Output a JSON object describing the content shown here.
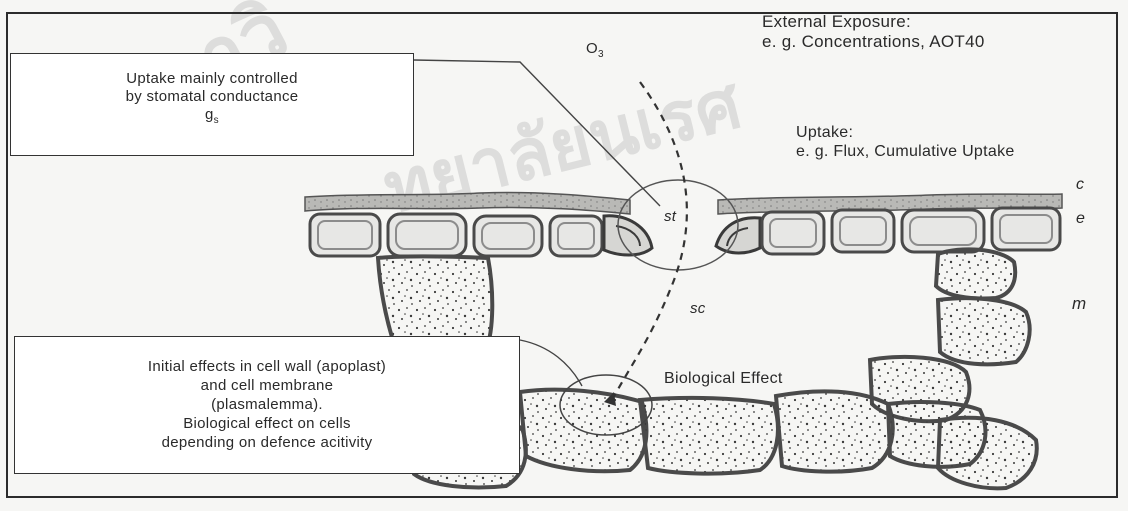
{
  "watermark": {
    "left_text": "หาวิ",
    "right_text": "ทยาลัยนเรศ"
  },
  "labels": {
    "ozone": "O",
    "ozone_subscript": "3",
    "external_exposure_title": "External Exposure:",
    "external_exposure_example": "e. g. Concentrations, AOT40",
    "uptake_title": "Uptake:",
    "uptake_example": "e. g. Flux, Cumulative Uptake",
    "stomata": "st",
    "substomatal_cavity": "sc",
    "cuticle": "c",
    "epidermis": "e",
    "mesophyll": "m",
    "biological_effect": "Biological Effect"
  },
  "callouts": {
    "uptake_box": {
      "line1": "Uptake mainly controlled",
      "line2": "by stomatal conductance",
      "symbol": "g",
      "symbol_subscript": "s"
    },
    "effects_box": {
      "line1": "Initial effects in cell wall (apoplast)",
      "line2": "and cell membrane",
      "line3": "(plasmalemma).",
      "line4": "Biological effect on cells",
      "line5": "depending on defence acitivity"
    }
  },
  "colors": {
    "cell_wall": "#5a5a5a",
    "cell_fill": "#ececec",
    "stipple": "#3a3a3a",
    "leaf_layer": "#9a9a9a"
  }
}
